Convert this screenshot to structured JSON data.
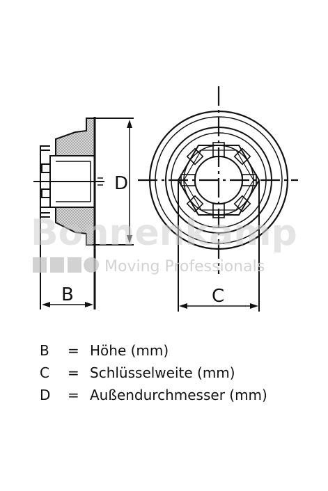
{
  "watermark": {
    "brand": "Bonnenkamp",
    "tagline": "Moving Professionals"
  },
  "dimensions": {
    "b": "B",
    "c": "C",
    "d": "D"
  },
  "legend": [
    {
      "symbol": "B",
      "sep": "=",
      "text": "Höhe (mm)"
    },
    {
      "symbol": "C",
      "sep": "=",
      "text": "Schlüsselweite (mm)"
    },
    {
      "symbol": "D",
      "sep": "=",
      "text": "Außendurchmesser (mm)"
    }
  ],
  "colors": {
    "line": "#111111",
    "hatch": "#777777",
    "watermark": "#cfcfcf"
  }
}
